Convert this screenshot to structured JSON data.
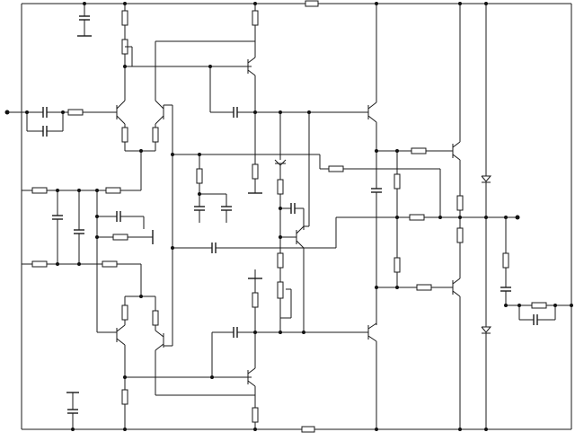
{
  "diagram": {
    "kind": "circuit-schematic",
    "description_visible_text": [],
    "colors": {
      "ink": "#1a1a1a",
      "paper": "#ffffff"
    },
    "symbol_types": [
      "resistor",
      "capacitor",
      "npn-transistor",
      "pnp-transistor",
      "zener-diode",
      "ground",
      "junction"
    ]
  }
}
